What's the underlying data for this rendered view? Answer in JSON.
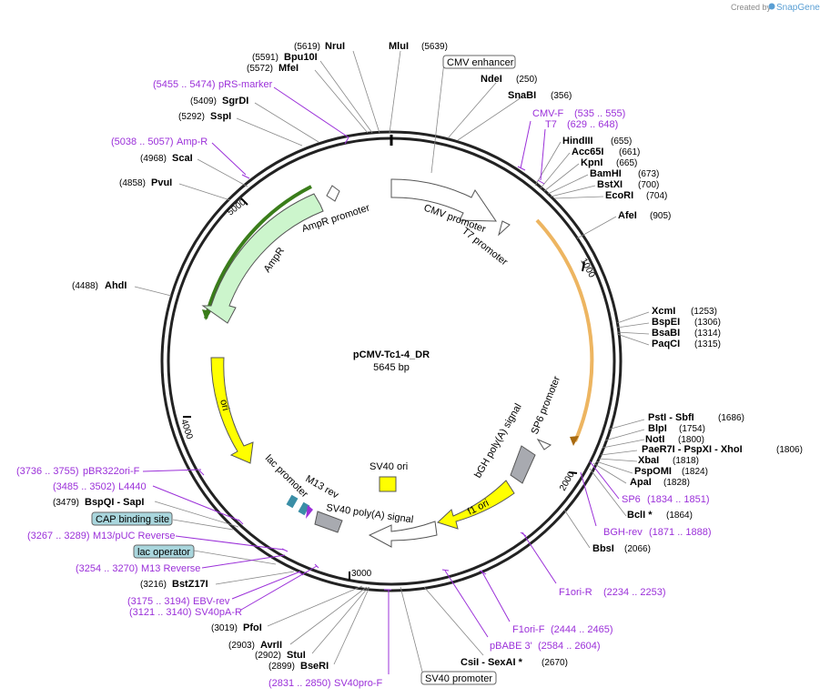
{
  "credit": {
    "prefix": "Created by",
    "brand": "SnapGene"
  },
  "plasmid": {
    "name": "pCMV-Tc1-4_DR",
    "size": "5645 bp"
  },
  "ticks": [
    "1000",
    "2000",
    "3000",
    "4000",
    "5000"
  ],
  "sites": [
    {
      "pos": "(5619)",
      "name": "NruI"
    },
    {
      "pos": "(5639)",
      "name": "MluI"
    },
    {
      "pos": "(5591)",
      "name": "Bpu10I"
    },
    {
      "pos": "(5572)",
      "name": "MfeI"
    },
    {
      "name": "NdeI",
      "pos": "(250)"
    },
    {
      "name": "SnaBI",
      "pos": "(356)"
    },
    {
      "pos": "(5409)",
      "name": "SgrDI"
    },
    {
      "pos": "(5292)",
      "name": "SspI"
    },
    {
      "name": "HindIII",
      "pos": "(655)"
    },
    {
      "name": "Acc65I",
      "pos": "(661)"
    },
    {
      "name": "KpnI",
      "pos": "(665)"
    },
    {
      "name": "BamHI",
      "pos": "(673)"
    },
    {
      "name": "BstXI",
      "pos": "(700)"
    },
    {
      "name": "EcoRI",
      "pos": "(704)"
    },
    {
      "pos": "(4968)",
      "name": "ScaI"
    },
    {
      "pos": "(4858)",
      "name": "PvuI"
    },
    {
      "name": "AfeI",
      "pos": "(905)"
    },
    {
      "pos": "(4488)",
      "name": "AhdI"
    },
    {
      "name": "XcmI",
      "pos": "(1253)"
    },
    {
      "name": "BspEI",
      "pos": "(1306)"
    },
    {
      "name": "BsaBI",
      "pos": "(1314)"
    },
    {
      "name": "PaqCI",
      "pos": "(1315)"
    },
    {
      "name": "PstI",
      "extra": " - SbfI",
      "pos": "(1686)"
    },
    {
      "name": "BlpI",
      "pos": "(1754)"
    },
    {
      "name": "NotI",
      "pos": "(1800)"
    },
    {
      "name": "PaeR7I",
      "extra": " - PspXI - XhoI",
      "pos": "(1806)"
    },
    {
      "name": "XbaI",
      "pos": "(1818)"
    },
    {
      "name": "PspOMI",
      "pos": "(1824)"
    },
    {
      "name": "ApaI",
      "pos": "(1828)"
    },
    {
      "name": "BclI *",
      "pos": "(1864)"
    },
    {
      "name": "BbsI",
      "pos": "(2066)"
    },
    {
      "pos": "(3479)",
      "name": "BspQI",
      "extra": " - SapI"
    },
    {
      "pos": "(3216)",
      "name": "BstZ17I"
    },
    {
      "pos": "(3019)",
      "name": "PfoI"
    },
    {
      "pos": "(2903)",
      "name": "AvrII"
    },
    {
      "pos": "(2902)",
      "name": "StuI"
    },
    {
      "pos": "(2899)",
      "name": "BseRI"
    },
    {
      "name": "CsiI",
      "extra": " - SexAI *",
      "pos": "(2670)"
    }
  ],
  "primers": [
    {
      "range": "(5455 .. 5474)",
      "name": "pRS-marker"
    },
    {
      "range": "(5038 .. 5057)",
      "name": "Amp-R"
    },
    {
      "name": "CMV-F",
      "range": "(535 .. 555)"
    },
    {
      "name": "T7",
      "range": "(629 .. 648)"
    },
    {
      "range": "(3736 .. 3755)",
      "name": "pBR322ori-F"
    },
    {
      "range": "(3485 .. 3502)",
      "name": "L4440"
    },
    {
      "range": "(3267 .. 3289)",
      "name": "M13/pUC Reverse"
    },
    {
      "range": "(3254 .. 3270)",
      "name": "M13 Reverse"
    },
    {
      "range": "(3175 .. 3194)",
      "name": "EBV-rev"
    },
    {
      "range": "(3121 .. 3140)",
      "name": "SV40pA-R"
    },
    {
      "range": "(2831 .. 2850)",
      "name": "SV40pro-F"
    },
    {
      "name": "SP6",
      "range": "(1834 .. 1851)"
    },
    {
      "name": "BGH-rev",
      "range": "(1871 .. 1888)"
    },
    {
      "name": "F1ori-R",
      "range": "(2234 .. 2253)"
    },
    {
      "name": "F1ori-F",
      "range": "(2444 .. 2465)"
    },
    {
      "name": "pBABE 3'",
      "range": "(2584 .. 2604)"
    }
  ],
  "boxed": [
    {
      "name": "CMV enhancer"
    },
    {
      "name": "CAP binding site"
    },
    {
      "name": "lac operator"
    },
    {
      "name": "SV40 promoter"
    }
  ],
  "features": {
    "ampr_promoter": "AmpR promoter",
    "ampr": "AmpR",
    "cmv_promoter": "CMV promoter",
    "t7_promoter": "T7 promoter",
    "ori": "ori",
    "sv40_ori": "SV40 ori",
    "sp6_promoter": "SP6 promoter",
    "bgh": "bGH poly(A) signal",
    "f1_ori": "f1 ori",
    "sv40_pa": "SV40 poly(A) signal",
    "lac_promoter": "lac promoter",
    "m13_rev": "M13 rev"
  },
  "colors": {
    "primer": "#9b30d9",
    "ampr": "#ccf5cc",
    "ori": "#ffff00",
    "orf_highlight": "#e8a33a",
    "ampr_highlight": "#3a7d1a",
    "grey_feature": "#a8aab0",
    "cap_box": "#a9d6dd"
  }
}
